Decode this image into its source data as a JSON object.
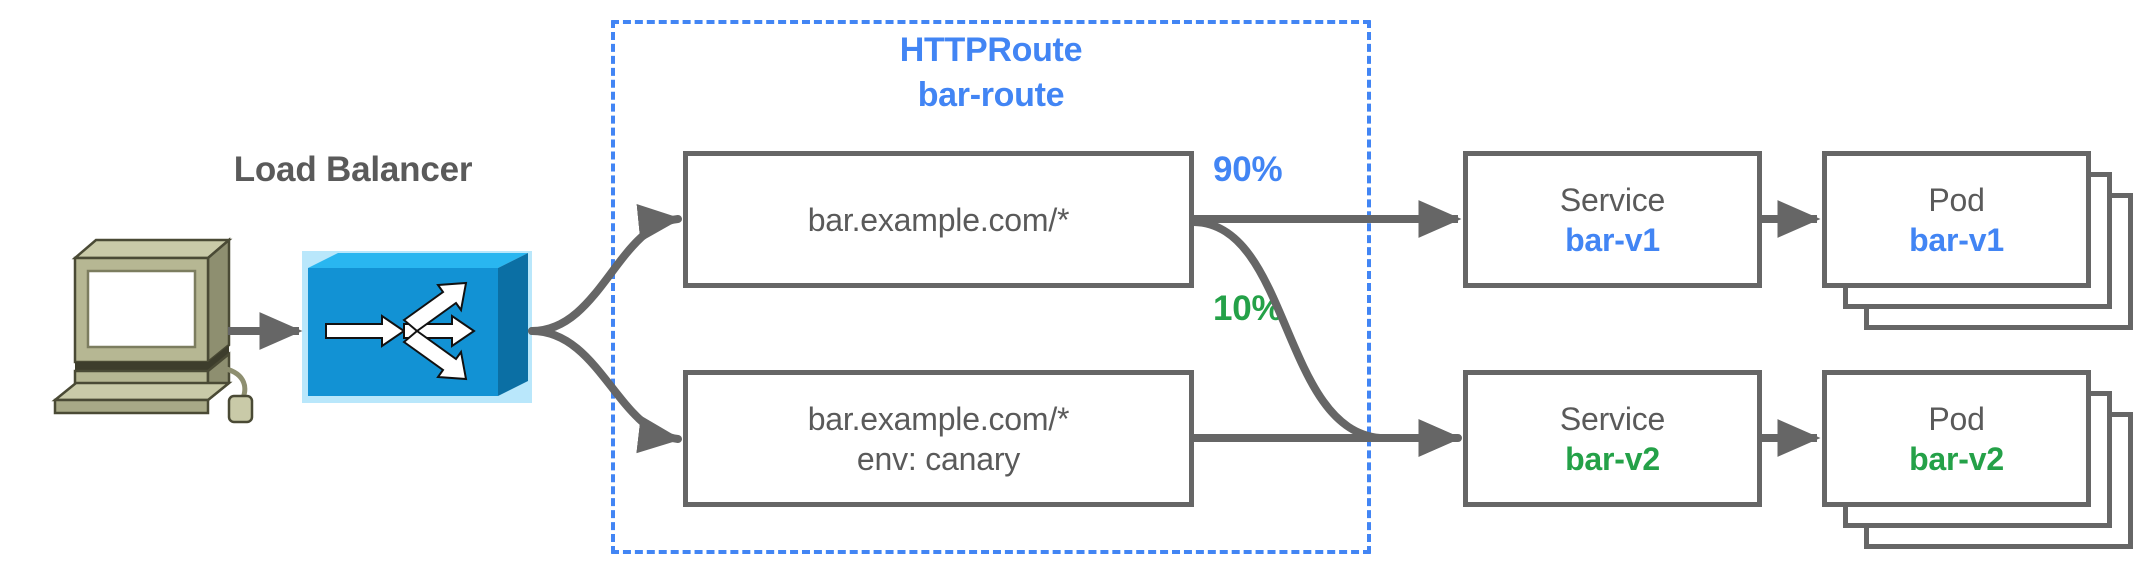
{
  "diagram": {
    "title": "Gateway API HTTPRoute traffic splitting diagram",
    "client": {
      "icon": "desktop-computer-icon"
    },
    "load_balancer": {
      "label": "Load Balancer",
      "icon": "load-balancer-icon"
    },
    "route_group": {
      "kind": "HTTPRoute",
      "name": "bar-route",
      "color": "#4285F4",
      "style": "dashed"
    },
    "rules": [
      {
        "id": "rule-top",
        "lines": [
          "bar.example.com/*"
        ]
      },
      {
        "id": "rule-bottom",
        "lines": [
          "bar.example.com/*",
          "env: canary"
        ]
      }
    ],
    "weights": [
      {
        "id": "weight-90",
        "label": "90%",
        "color": "#4285F4"
      },
      {
        "id": "weight-10",
        "label": "10%",
        "color": "#24A148"
      }
    ],
    "backends": [
      {
        "id": "backend-v1",
        "service": {
          "kind": "Service",
          "name": "bar-v1",
          "color": "#4285F4"
        },
        "pod": {
          "kind": "Pod",
          "name": "bar-v1",
          "color": "#4285F4",
          "replicas": 3
        }
      },
      {
        "id": "backend-v2",
        "service": {
          "kind": "Service",
          "name": "bar-v2",
          "color": "#24A148"
        },
        "pod": {
          "kind": "Pod",
          "name": "bar-v2",
          "color": "#24A148",
          "replicas": 3
        }
      }
    ],
    "colors": {
      "blue": "#4285F4",
      "green": "#24A148",
      "box_border": "#666666",
      "text_gray": "#5a5a5a",
      "lb_front": "#1292D4",
      "lb_top": "#29B6F0",
      "lb_side": "#0B6FA4",
      "computer_body": "#B6B793",
      "background": "#ffffff"
    }
  }
}
